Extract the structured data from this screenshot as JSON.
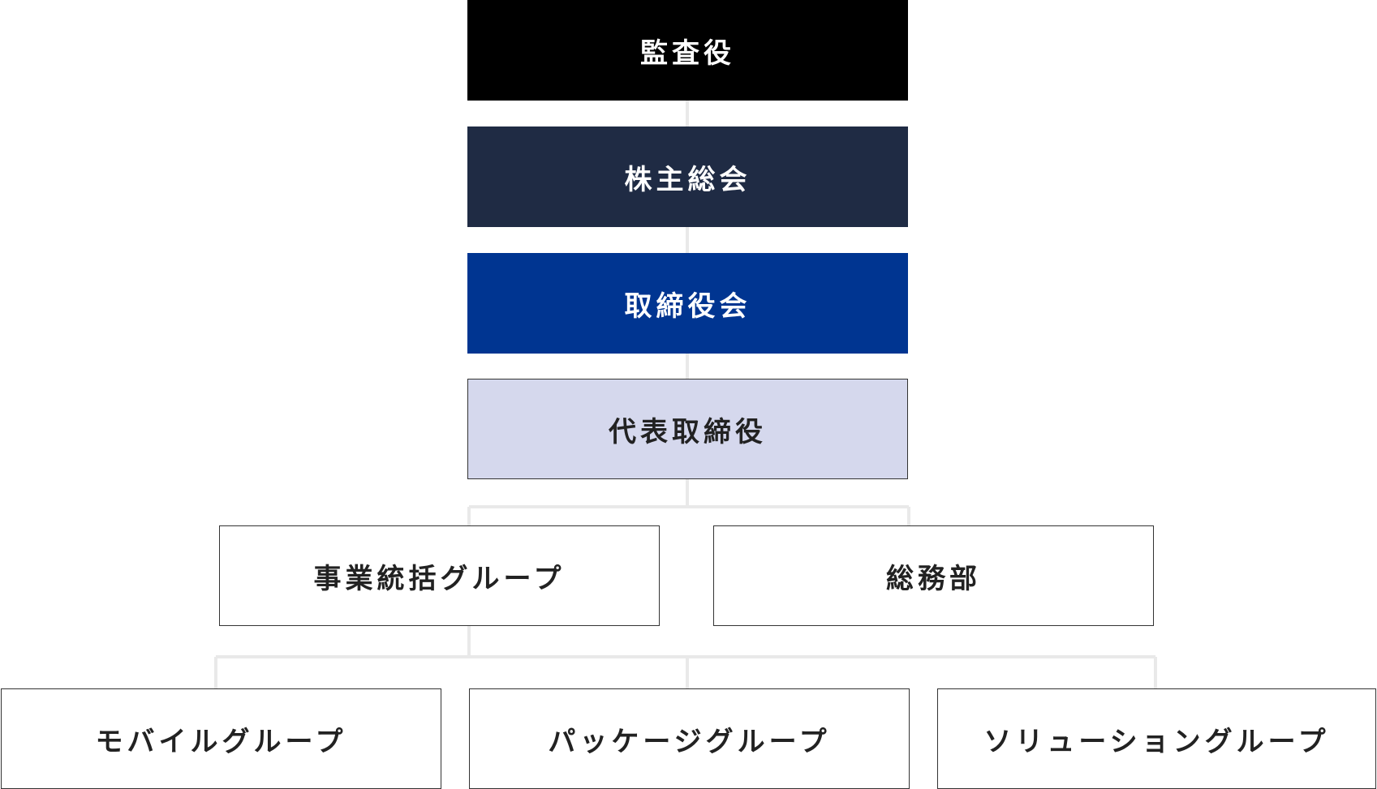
{
  "org_chart": {
    "audit": "監査役",
    "shareholders_meeting": "株主総会",
    "board_of_directors": "取締役会",
    "representative_director": "代表取締役",
    "business_group": "事業統括グループ",
    "general_affairs": "総務部",
    "mobile_group": "モバイルグループ",
    "package_group": "パッケージグループ",
    "solution_group": "ソリューショングループ"
  },
  "colors": {
    "audit_bg": "#000000",
    "shareholders_bg": "#1f2b44",
    "board_bg": "#003591",
    "representative_bg": "#d5d8ed",
    "connector": "#e9e9e9"
  }
}
